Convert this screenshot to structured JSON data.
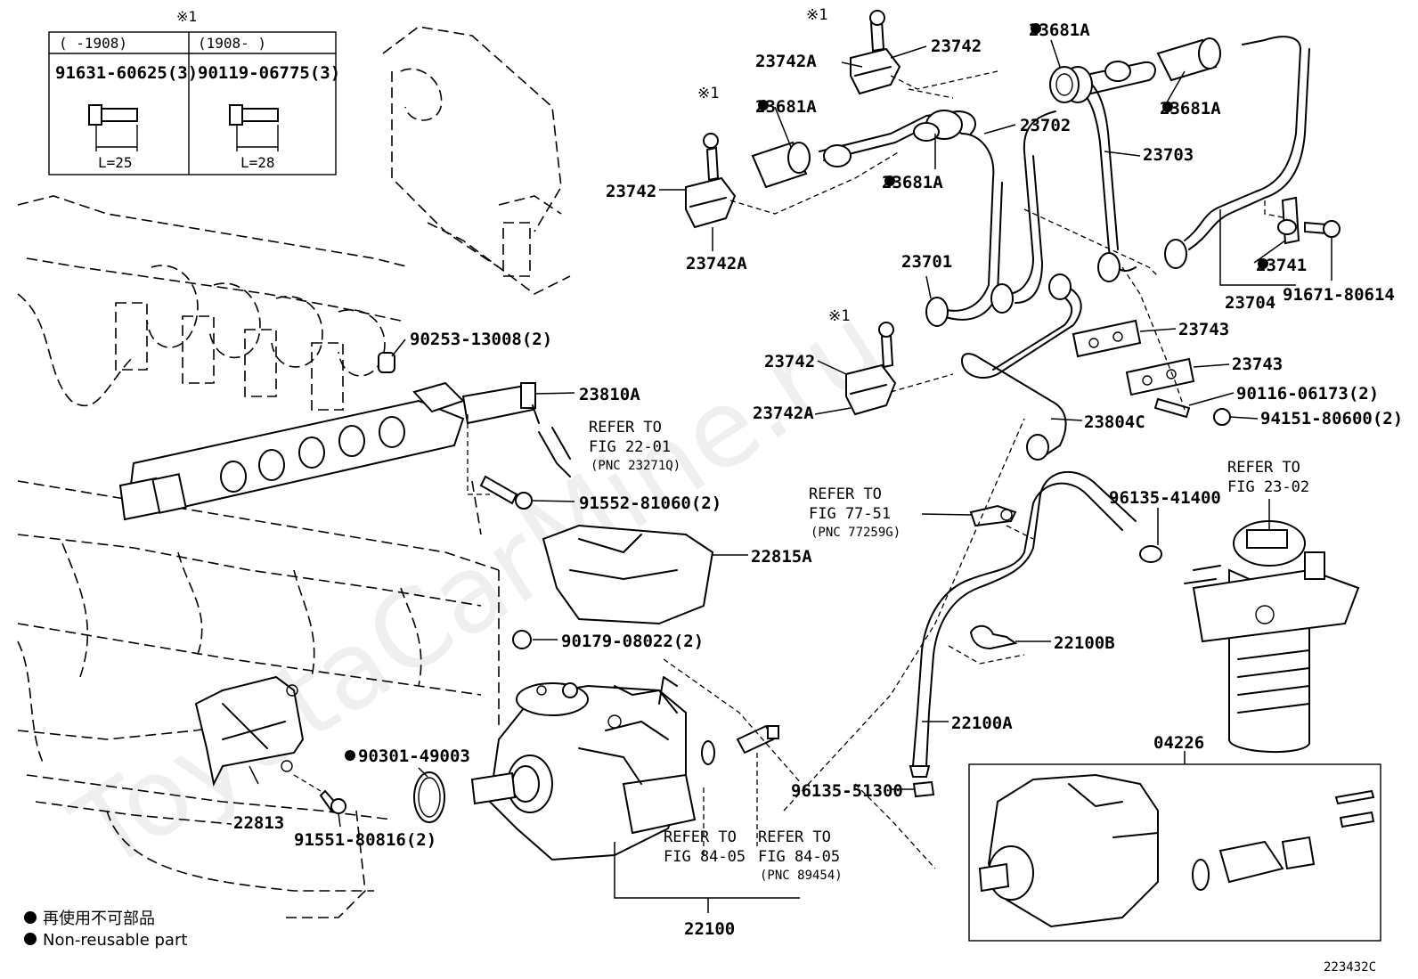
{
  "diagram_id": "223432C",
  "watermark": "ToyotaCarMine.ru",
  "note_mark": "※1",
  "bolt_table": {
    "cols": [
      {
        "header": "(    -1908)",
        "part": "91631-60625(3)",
        "length": "L=25"
      },
      {
        "header": "(1908-    )",
        "part": "90119-06775(3)",
        "length": "L=28"
      }
    ]
  },
  "legend": {
    "ja": "再使用不可部品",
    "en": "Non-reusable part"
  },
  "labels": {
    "l_23742_top": "23742",
    "l_23742a_top": "23742A",
    "l_23681a_1": "23681A",
    "l_23681a_2": "23681A",
    "l_23681a_3": "23681A",
    "l_23681a_4": "23681A",
    "l_23702": "23702",
    "l_23703": "23703",
    "l_23742_mid": "23742",
    "l_23742a_mid": "23742A",
    "l_23701": "23701",
    "l_23741": "23741",
    "l_23704": "23704",
    "l_91671": "91671-80614",
    "l_23743_1": "23743",
    "l_23743_2": "23743",
    "l_23742_low": "23742",
    "l_23742a_low": "23742A",
    "l_90116": "90116-06173(2)",
    "l_94151": "94151-80600(2)",
    "l_23804c": "23804C",
    "l_90253": "90253-13008(2)",
    "l_23810a": "23810A",
    "l_91552": "91552-81060(2)",
    "l_22815a": "22815A",
    "l_90179": "90179-08022(2)",
    "l_90301": "90301-49003",
    "l_22813": "22813",
    "l_91551": "91551-80816(2)",
    "l_96135_41400": "96135-41400",
    "l_22100b": "22100B",
    "l_22100a": "22100A",
    "l_04226": "04226",
    "l_96135_51300": "96135-51300",
    "l_22100": "22100"
  },
  "refs": {
    "r1": {
      "line1": "REFER TO",
      "line2": "FIG 22-01",
      "pnc": "(PNC 23271Q)"
    },
    "r2": {
      "line1": "REFER TO",
      "line2": "FIG 77-51",
      "pnc": "(PNC 77259G)"
    },
    "r3": {
      "line1": "REFER TO",
      "line2": "FIG 23-02"
    },
    "r4": {
      "line1": "REFER TO",
      "line2": "FIG 84-05"
    },
    "r5": {
      "line1": "REFER TO",
      "line2": "FIG 84-05",
      "pnc": "(PNC 89454)"
    }
  }
}
